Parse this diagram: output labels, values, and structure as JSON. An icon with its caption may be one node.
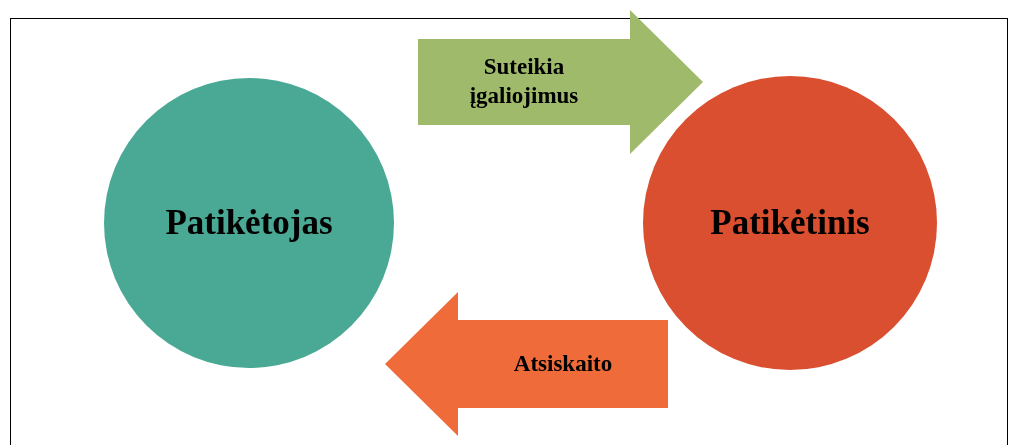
{
  "diagram": {
    "nodes": [
      {
        "text": [
          "Patikėtojas"
        ]
      },
      {
        "text": [
          "Patikėtinis"
        ]
      }
    ],
    "edges": [
      {
        "from": 0,
        "to": 1,
        "arrow": "to",
        "label": "Suteikia įgaliojimus",
        "color": "#9fba6b"
      },
      {
        "from": 1,
        "to": 0,
        "arrow": "to",
        "label": "Atsiskaito",
        "color": "#ef6c3a"
      }
    ]
  }
}
